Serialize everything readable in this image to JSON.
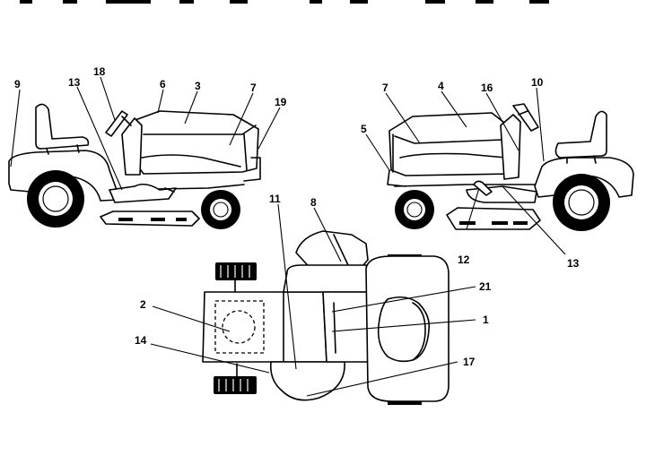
{
  "labels": {
    "l1": "1",
    "l2": "2",
    "l3": "3",
    "l4": "4",
    "l5": "5",
    "l6": "6",
    "l7a": "7",
    "l7b": "7",
    "l8": "8",
    "l9": "9",
    "l10": "10",
    "l11": "11",
    "l12": "12",
    "l13a": "13",
    "l13b": "13",
    "l14": "14",
    "l16": "16",
    "l17": "17",
    "l18": "18",
    "l19": "19",
    "l21": "21"
  }
}
